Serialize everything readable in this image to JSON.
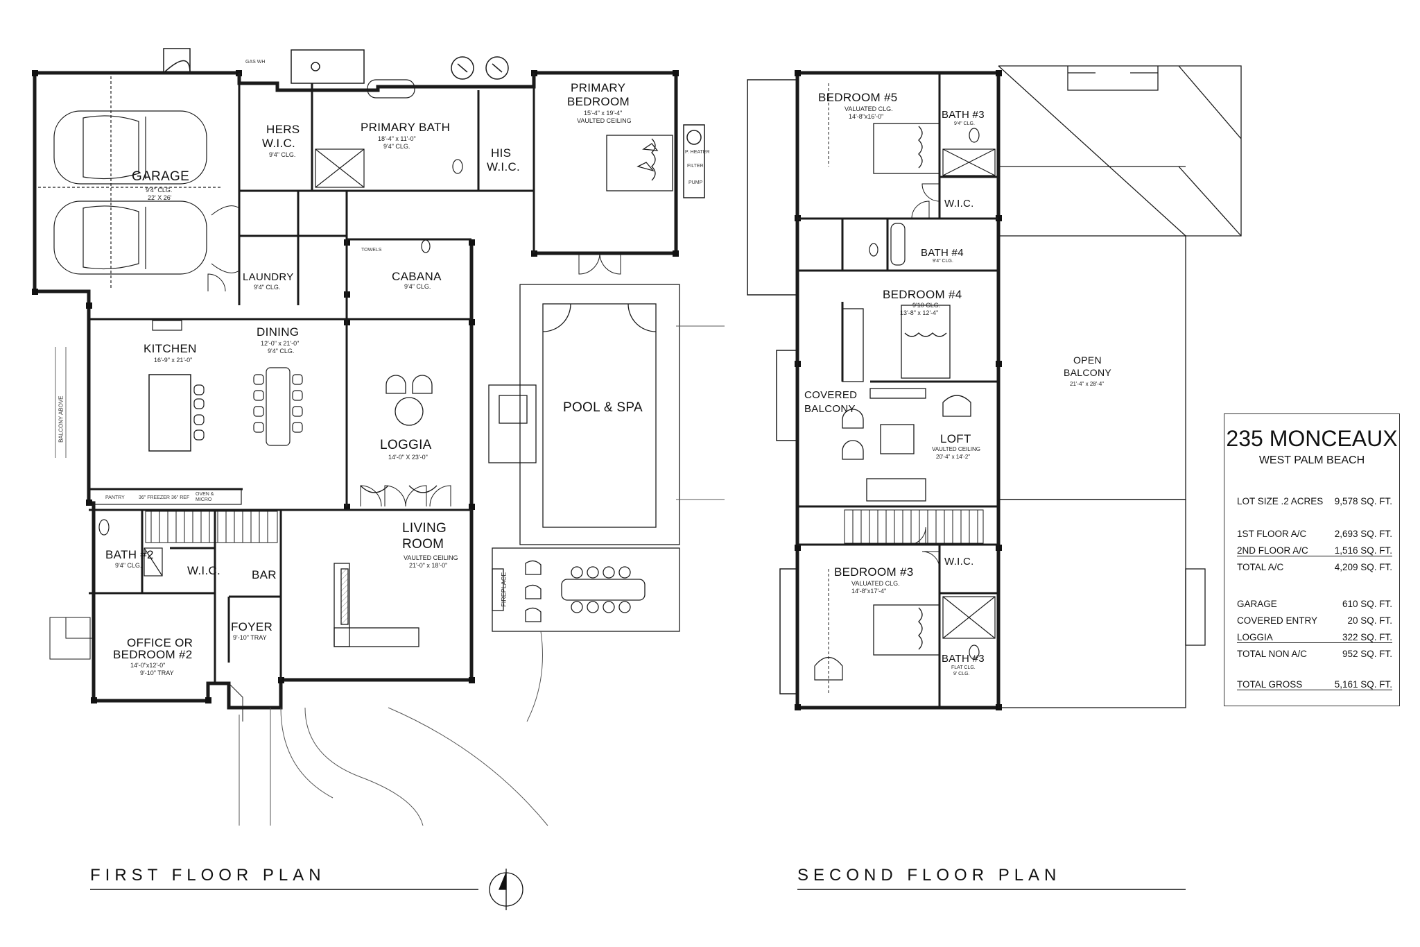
{
  "first_floor": {
    "title": "FIRST FLOOR PLAN",
    "rooms": {
      "garage": {
        "name": "GARAGE",
        "specs": [
          "9'4\" CLG.",
          "22' X 26'"
        ]
      },
      "hers_wic": {
        "name": [
          "HERS",
          "W.I.C."
        ],
        "specs": [
          "9'4\" CLG."
        ]
      },
      "primary_bath": {
        "name": "PRIMARY BATH",
        "specs": [
          "18'-4\" x 11'-0\"",
          "9'4\" CLG."
        ]
      },
      "his_wic": {
        "name": [
          "HIS",
          "W.I.C."
        ]
      },
      "primary_bedroom": {
        "name": [
          "PRIMARY",
          "BEDROOM"
        ],
        "specs": [
          "15'-4\" x 19'-4\"",
          "VAULTED CEILING"
        ]
      },
      "laundry": {
        "name": "LAUNDRY",
        "specs": [
          "9'4\" CLG."
        ]
      },
      "cabana": {
        "name": "CABANA",
        "specs": [
          "9'4\" CLG."
        ]
      },
      "kitchen": {
        "name": "KITCHEN",
        "specs": [
          "16'-9\" x 21'-0\""
        ]
      },
      "dining": {
        "name": "DINING",
        "specs": [
          "12'-0\" x 21'-0\"",
          "9'4\" CLG."
        ]
      },
      "loggia": {
        "name": "LOGGIA",
        "specs": [
          "14'-0\" X 23'-0\""
        ]
      },
      "pool": {
        "name": "POOL & SPA"
      },
      "living": {
        "name": [
          "LIVING",
          "ROOM"
        ],
        "specs": [
          "VAULTED CEILING",
          "21'-0\" x 18'-0\""
        ]
      },
      "bath2": {
        "name": "BATH #2",
        "specs": [
          "9'4\" CLG."
        ]
      },
      "wic": {
        "name": "W.I.C."
      },
      "bar": {
        "name": "BAR"
      },
      "office": {
        "name": [
          "OFFICE OR",
          "BEDROOM #2"
        ],
        "specs": [
          "14'-0\"x12'-0\"",
          "9'-10\" TRAY"
        ]
      },
      "foyer": {
        "name": "FOYER",
        "specs": [
          "9'-10\" TRAY"
        ]
      }
    },
    "annotations": {
      "balcony_above": "BALCONY ABOVE",
      "fireplace": "FIREPLACE",
      "gas_wh": "GAS WH",
      "towels": "TOWELS",
      "pantry": "PANTRY",
      "freezer": "36\" FREEZER",
      "refrigerator": "36\" REF",
      "oven": [
        "OVEN &",
        "MICRO"
      ],
      "p_heater": "P. HEATER",
      "filter": "FILTER",
      "pump": "PUMP"
    }
  },
  "second_floor": {
    "title": "SECOND FLOOR PLAN",
    "rooms": {
      "bedroom5": {
        "name": "BEDROOM #5",
        "specs": [
          "VALUATED CLG.",
          "14'-8\"x16'-0\""
        ]
      },
      "bath3_top": {
        "name": "BATH #3",
        "specs": [
          "9'4\" CLG."
        ]
      },
      "wic_top": {
        "name": "W.I.C."
      },
      "bath4": {
        "name": "BATH #4",
        "specs": [
          "9'4\" CLG."
        ]
      },
      "bedroom4": {
        "name": "BEDROOM #4",
        "specs": [
          "9'10 CLG.",
          "13'-8\" x 12'-4\""
        ]
      },
      "open_balcony": {
        "name": [
          "OPEN",
          "BALCONY"
        ],
        "specs": [
          "21'-4\" x 28'-4\""
        ]
      },
      "covered_balcony": {
        "name": [
          "COVERED",
          "BALCONY"
        ]
      },
      "loft": {
        "name": "LOFT",
        "specs": [
          "VAULTED CEILING",
          "20'-4\" x 14'-2\""
        ]
      },
      "bedroom3": {
        "name": "BEDROOM #3",
        "specs": [
          "VALUATED CLG.",
          "14'-8\"x17'-4\""
        ]
      },
      "wic_bottom": {
        "name": "W.I.C."
      },
      "bath3_bottom": {
        "name": "BATH #3",
        "specs": [
          "FLAT CLG.",
          "9' CLG."
        ]
      }
    }
  },
  "info": {
    "title": "235 MONCEAUX",
    "subtitle": "WEST PALM BEACH",
    "rows": [
      {
        "label": "LOT SIZE .2 ACRES",
        "value": "9,578 SQ. FT."
      },
      {
        "label": "1ST FLOOR A/C",
        "value": "2,693 SQ. FT."
      },
      {
        "label": "2ND FLOOR A/C",
        "value": "1,516 SQ. FT."
      },
      {
        "label": "TOTAL A/C",
        "value": "4,209 SQ. FT."
      },
      {
        "label": "GARAGE",
        "value": "610 SQ. FT."
      },
      {
        "label": "COVERED ENTRY",
        "value": "20 SQ. FT."
      },
      {
        "label": "LOGGIA",
        "value": "322 SQ. FT."
      },
      {
        "label": "TOTAL  NON A/C",
        "value": "952 SQ. FT."
      },
      {
        "label": "TOTAL GROSS",
        "value": "5,161 SQ. FT."
      }
    ]
  }
}
